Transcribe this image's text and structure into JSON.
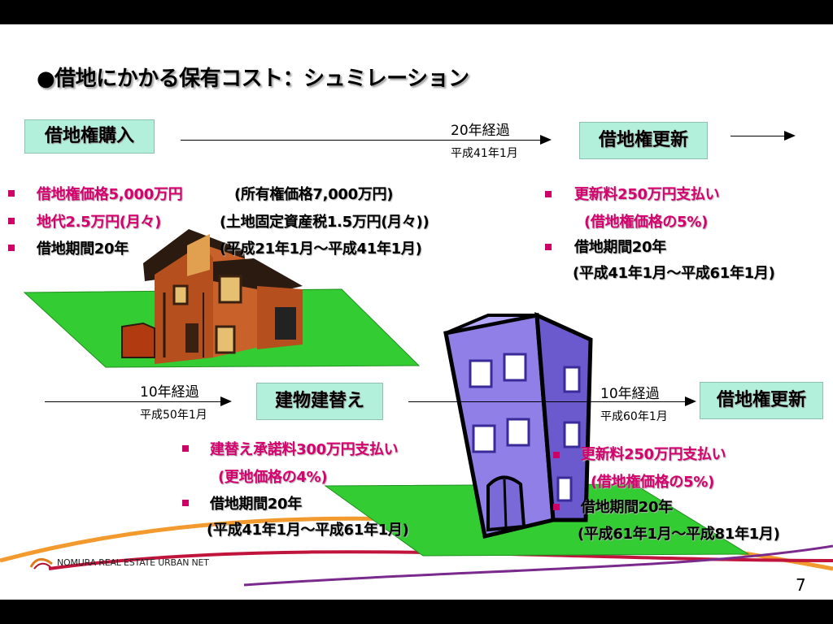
{
  "title": "●借地にかかる保有コスト：シュミレーション",
  "boxes": {
    "purchase": "借地権購入",
    "renewal1": "借地権更新",
    "rebuild": "建物建替え",
    "renewal2": "借地権更新"
  },
  "arrows": {
    "a1_elapsed": "20年経過",
    "a1_date": "平成41年1月",
    "a2_elapsed": "10年経過",
    "a2_date": "平成50年1月",
    "a3_elapsed": "10年経過",
    "a3_date": "平成60年1月"
  },
  "left_block": {
    "b1_pink": "借地権価格5,000万円",
    "b1_black": "(所有権価格7,000万円)",
    "b2_pink": "地代2.5万円(月々)",
    "b2_black": "(土地固定資産税1.5万円(月々))",
    "b3_black": "借地期間20年",
    "b3_period": "(平成21年1月～平成41年1月)"
  },
  "right_block": {
    "b1_pink": "更新料250万円支払い",
    "b1_sub": "(借地権価格の5%)",
    "b2_black": "借地期間20年",
    "b2_sub": "(平成41年1月～平成61年1月)"
  },
  "mid_block": {
    "b1_pink": "建替え承諾料300万円支払い",
    "b1_sub": "(更地価格の4%)",
    "b2_black": "借地期間20年",
    "b2_sub": "(平成41年1月～平成61年1月)"
  },
  "lower_right_block": {
    "b1_pink": "更新料250万円支払い",
    "b1_sub": "(借地権価格の5%)",
    "b2_black": "借地期間20年",
    "b2_sub": "(平成61年1月～平成81年1月)"
  },
  "footer": {
    "company": "NOMURA REAL ESTATE URBAN NET",
    "page": "7"
  },
  "colors": {
    "accent_pink": "#d6006f",
    "box_fill": "#b3f0dc",
    "lawn": "#33cc33",
    "building": "#8f7fe6"
  }
}
